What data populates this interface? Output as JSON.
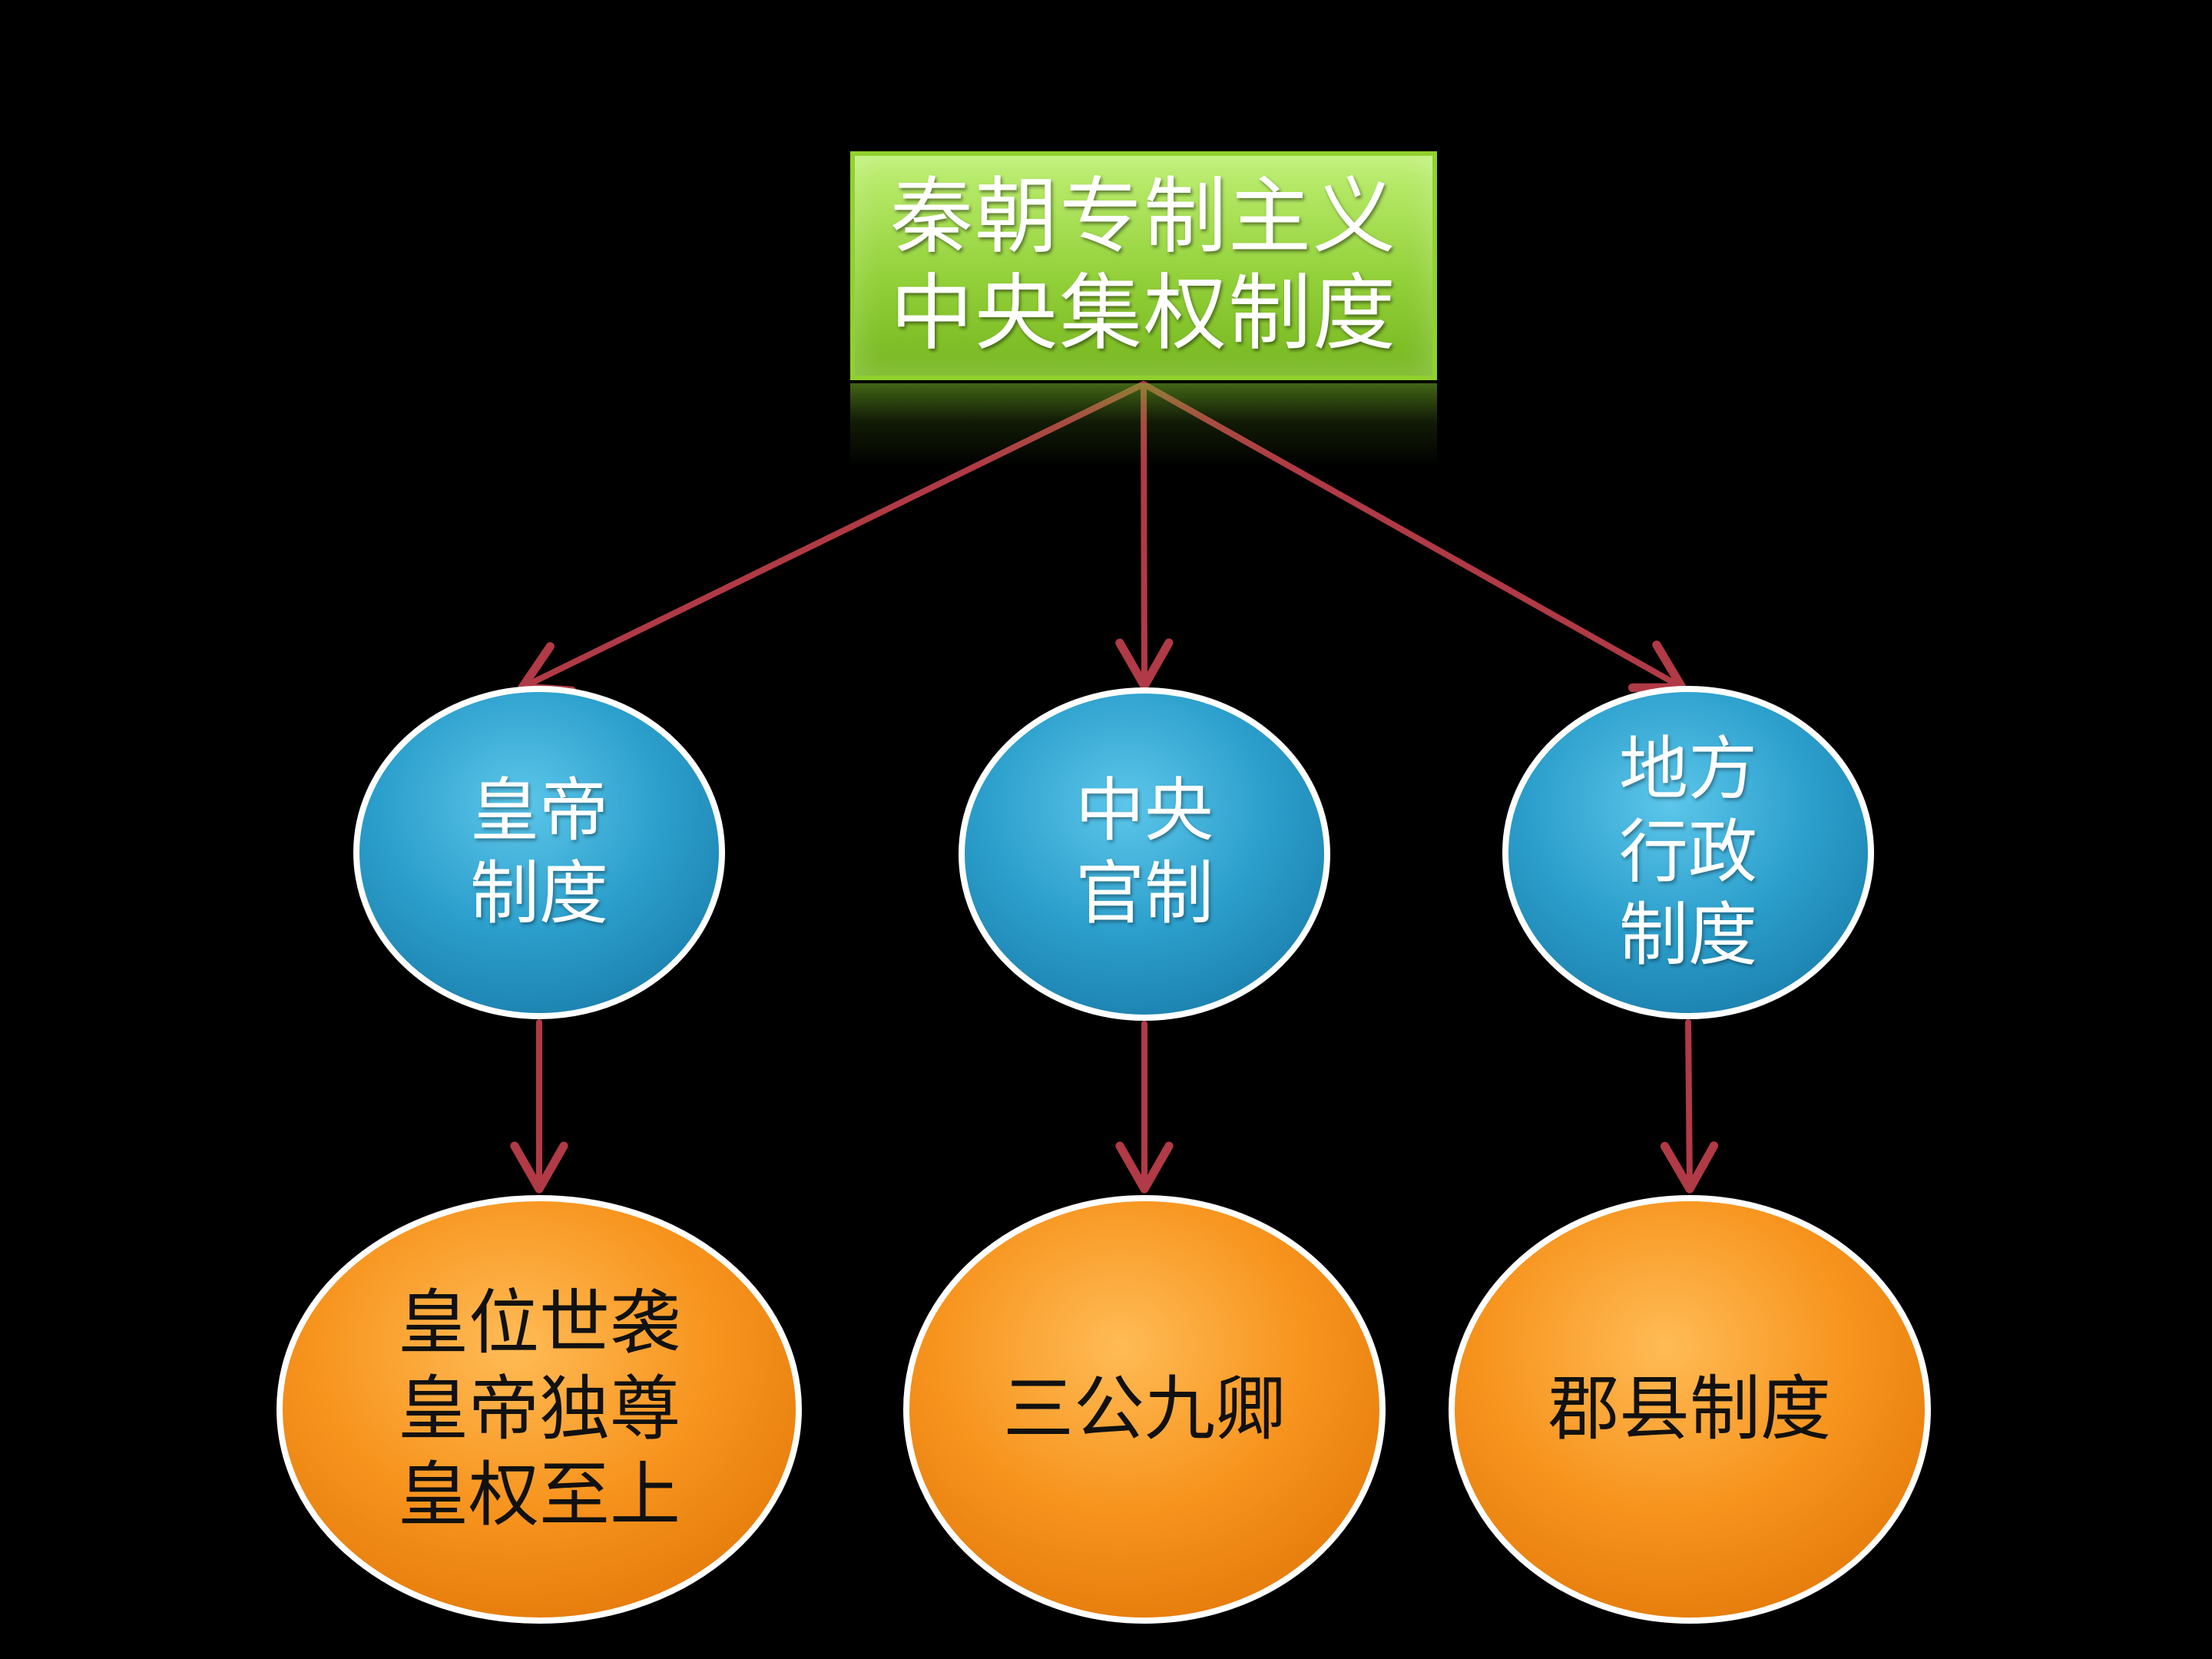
{
  "root": {
    "lines": [
      "秦朝专制主义",
      "中央集权制度"
    ]
  },
  "branches": [
    {
      "category_lines": [
        "皇帝",
        "制度"
      ],
      "detail_lines": [
        "皇位世袭",
        "皇帝独尊",
        "皇权至上"
      ]
    },
    {
      "category_lines": [
        "中央",
        "官制"
      ],
      "detail_lines": [
        "三公九卿"
      ]
    },
    {
      "category_lines": [
        "地方",
        "行政",
        "制度"
      ],
      "detail_lines": [
        "郡县制度"
      ]
    }
  ],
  "colors": {
    "background": "#000000",
    "root_fill": "#9ad446",
    "category_fill": "#2ea3cf",
    "detail_fill": "#f7921e",
    "node_border": "#ffffff",
    "arrow": "#b03a45"
  }
}
